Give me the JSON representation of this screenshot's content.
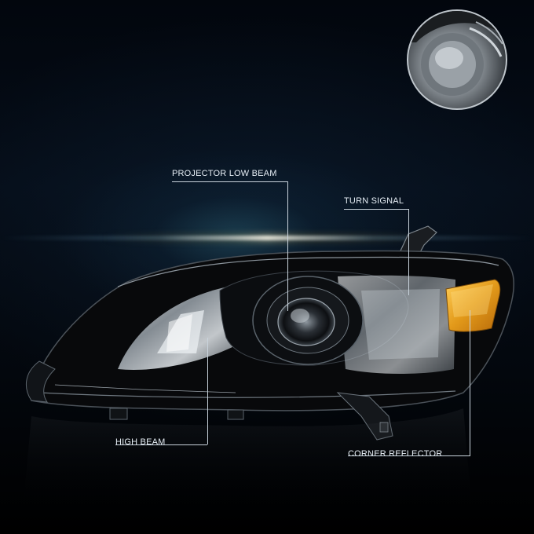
{
  "labels": {
    "projector_low_beam": "PROJECTOR LOW BEAM",
    "turn_signal": "TURN SIGNAL",
    "high_beam": "HIGH BEAM",
    "corner_reflector": "CORNER REFLECTOR"
  },
  "colors": {
    "background": "#03070d",
    "housing": "#0b0d10",
    "chrome": "#c9d0d6",
    "amber_reflector": "#e39a1a",
    "callout_line": "#c9d3dc",
    "callout_text": "#e6eef5"
  },
  "image": {
    "subject": "black projector headlight assembly with amber corner reflector",
    "inset": "close-up of projector lens"
  }
}
